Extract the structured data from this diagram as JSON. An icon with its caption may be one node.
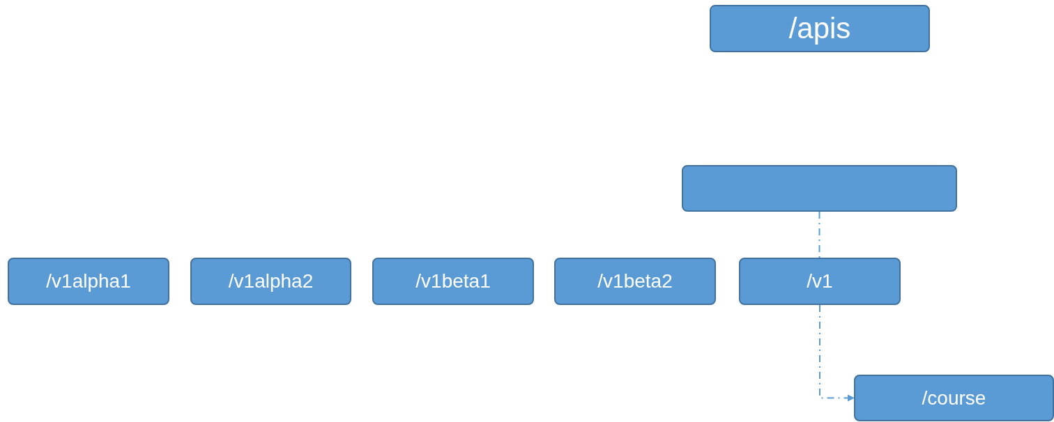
{
  "diagram": {
    "nodes": [
      {
        "text": [
          "/apis"
        ]
      },
      {
        "text": [],
        "shape": "box"
      },
      {
        "text": [
          "/v1alpha1"
        ]
      },
      {
        "text": [
          "/v1alpha2"
        ]
      },
      {
        "text": [
          "/v1beta1"
        ]
      },
      {
        "text": [
          "/v1beta2"
        ]
      },
      {
        "text": [
          "/v1"
        ]
      },
      {
        "text": [
          "/course"
        ]
      }
    ],
    "edges": [
      {
        "from": 1,
        "to": 6,
        "arrow": "none",
        "style": "dashed"
      },
      {
        "from": 6,
        "to": 7,
        "arrow": "to",
        "style": "dashed"
      }
    ]
  }
}
